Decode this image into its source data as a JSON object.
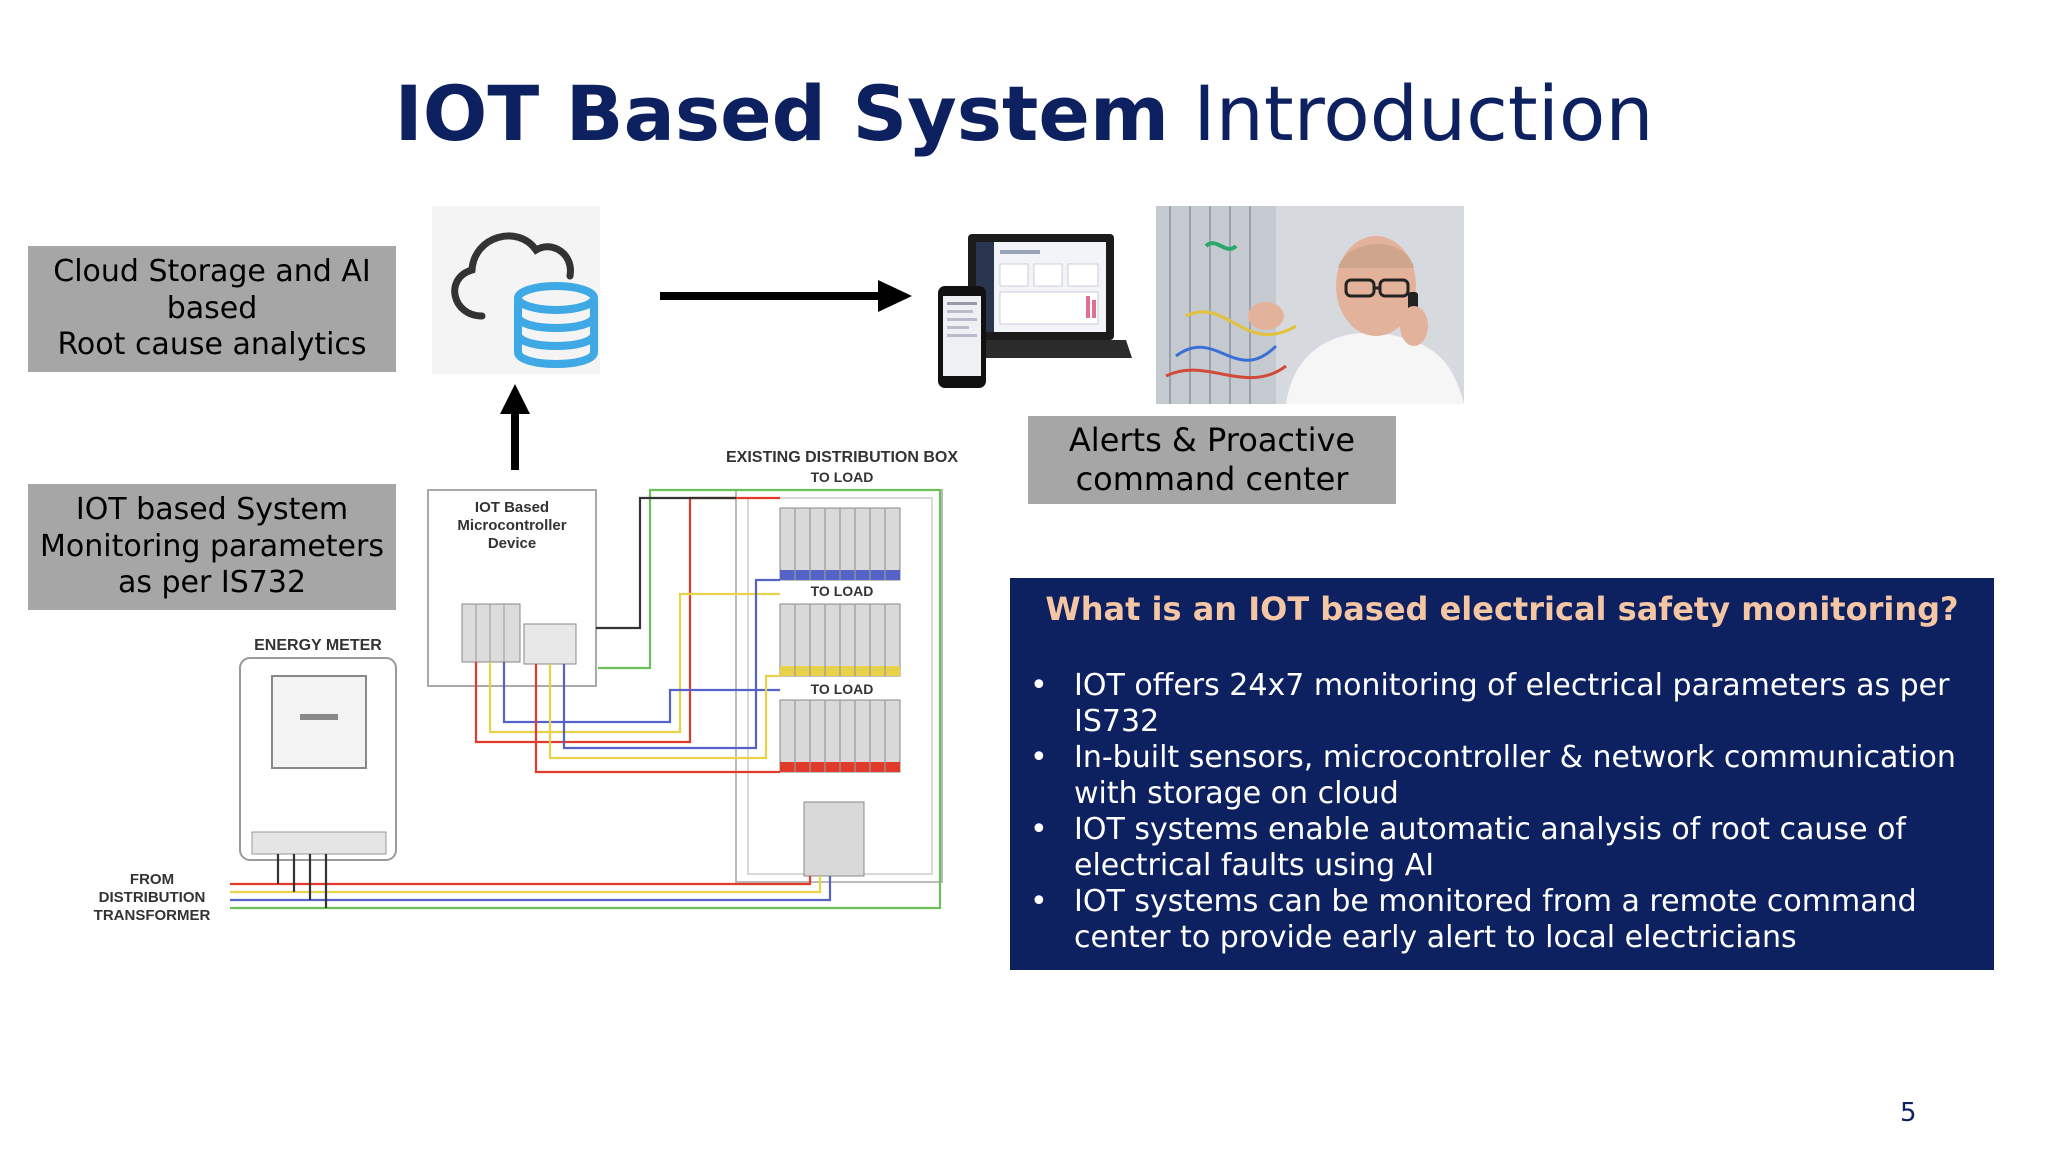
{
  "title": {
    "bold": "IOT Based System",
    "regular": " Introduction"
  },
  "cloud_box": {
    "line1": "Cloud Storage and AI",
    "line2": "based",
    "line3": "Root cause analytics"
  },
  "iot_box": {
    "line1": "IOT based System",
    "line2": "Monitoring parameters",
    "line3": "as per IS732"
  },
  "alerts_box": {
    "line1": "Alerts & Proactive",
    "line2": "command center"
  },
  "diagram": {
    "device_label_1": "IOT Based",
    "device_label_2": "Microcontroller",
    "device_label_3": "Device",
    "dist_box": "EXISTING DISTRIBUTION BOX",
    "to_load": "TO LOAD",
    "energy_meter": "ENERGY METER",
    "from_1": "FROM",
    "from_2": "DISTRIBUTION",
    "from_3": "TRANSFORMER"
  },
  "info": {
    "title": "What is an IOT based electrical safety monitoring?",
    "bullet_char": "•",
    "bullets": [
      "IOT offers 24x7 monitoring of electrical parameters as per IS732",
      "In-built sensors, microcontroller & network communication with storage on cloud",
      "IOT systems enable automatic analysis of root cause of electrical faults using AI",
      "IOT systems can be monitored from a remote command center to provide early alert to local electricians"
    ]
  },
  "page_number": "5",
  "colors": {
    "navy": "#0d2060",
    "gray_box": "#a6a6a6",
    "info_title": "#f4c6a4",
    "cloud_blue": "#3fa9e6"
  },
  "icons": [
    "cloud-database-icon",
    "laptop-icon",
    "phone-icon",
    "arrow-right-icon",
    "arrow-up-icon"
  ]
}
